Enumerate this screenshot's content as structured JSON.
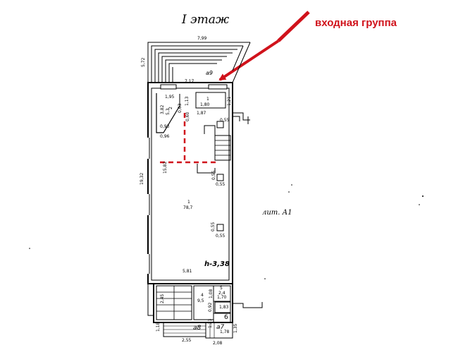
{
  "title": "I этаж",
  "annotation": {
    "text": "входная группа",
    "color": "#d0121b"
  },
  "building_label": "лит. А1",
  "ceiling_height": "h-3,38",
  "dimensions": {
    "top_width": "7,99",
    "porch_depth": "5,72",
    "inner_width": "7,17",
    "left_length": "19,32",
    "inner_left": "15,82",
    "bottom_width": "5,81",
    "d_195": "1,95",
    "d_382": "3,82",
    "d_113": "1,13",
    "d_121": "1,21",
    "d_180": "1,80",
    "d_187": "1,87",
    "d_093": "0,93",
    "d_096": "0,96",
    "d_060": "0,60",
    "d_063": "0,63",
    "d_055a": "0,55",
    "d_055b": "0,55",
    "d_055c": "0,55",
    "d_055d": "0,55",
    "d_055e": "0,55",
    "d_245": "2,45",
    "d_108": "1,08",
    "d_170": "1,70",
    "d_183": "1,83",
    "d_092": "0,92",
    "d_118": "1,18",
    "d_255": "2,55",
    "d_208": "2,08",
    "d_123": "1,23",
    "d_135": "1,35"
  },
  "rooms": {
    "r_main_num": "1",
    "r_main_area": "78,7",
    "r_2_num": "2",
    "r_2_area": "5,3",
    "r_top_num": "1",
    "r_4_num": "4",
    "r_4_area": "9,5",
    "r_5_num": "5",
    "r_5_area": "2,4",
    "r_6_num": "6",
    "r_7_num": "7",
    "r_7_area": "1,78",
    "porch_a9": "а9",
    "porch_a8": "а8",
    "porch_a7": "а7"
  }
}
